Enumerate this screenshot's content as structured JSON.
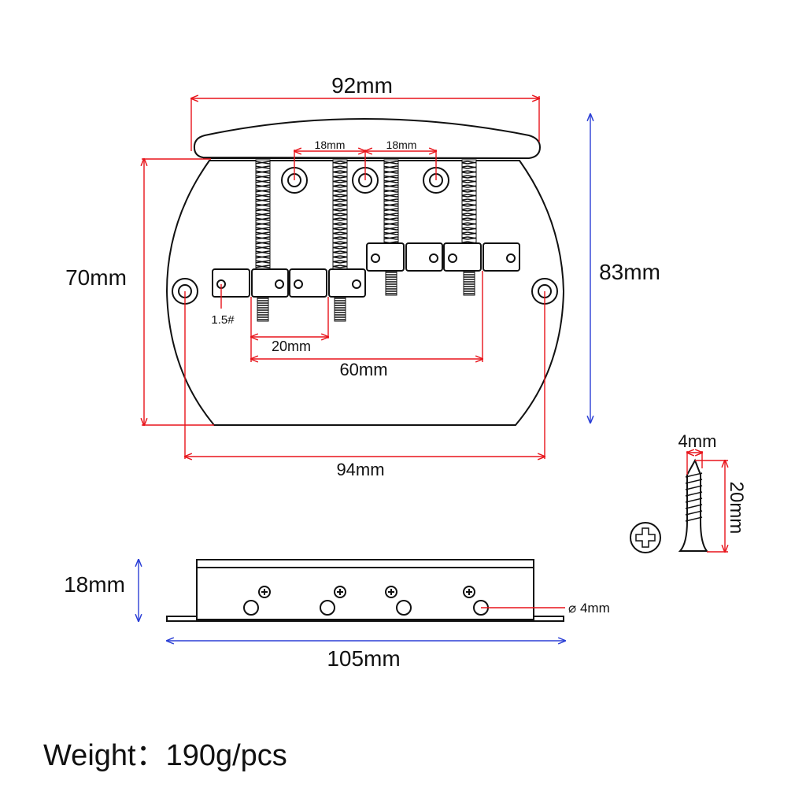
{
  "dimensions": {
    "top_width": "92mm",
    "hole_spacing_1": "18mm",
    "hole_spacing_2": "18mm",
    "plate_height": "70mm",
    "total_height": "83mm",
    "saddle_spacing": "20mm",
    "string_span": "60mm",
    "mount_span": "94mm",
    "saddle_screw": "1.5#",
    "side_height": "18mm",
    "side_length": "105mm",
    "side_hole": "⌀ 4mm",
    "screw_diameter": "4mm",
    "screw_length": "20mm"
  },
  "weight_label": "Weight：190g/pcs",
  "colors": {
    "dimension_red": "#e8141b",
    "dimension_blue": "#2b3fd6"
  }
}
